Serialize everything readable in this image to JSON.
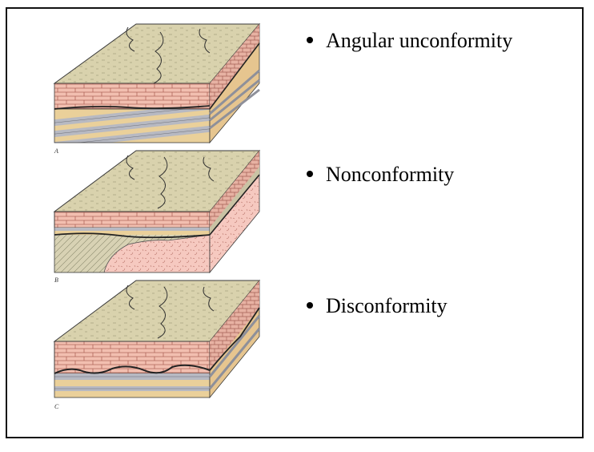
{
  "panels": [
    {
      "letter": "A",
      "label": "Angular unconformity"
    },
    {
      "letter": "B",
      "label": "Nonconformity"
    },
    {
      "letter": "C",
      "label": "Disconformity"
    }
  ],
  "colors": {
    "top_surface": "#d9d2ad",
    "limestone": "#f2bfb0",
    "sandstone": "#ead09a",
    "shale": "#b7b9c2",
    "granite": "#f6c9c0",
    "gneiss": "#d8d2b4",
    "outline": "#3a3a3a",
    "frame": "#111111"
  },
  "icons": {
    "bullet": "bullet-dot-icon"
  }
}
